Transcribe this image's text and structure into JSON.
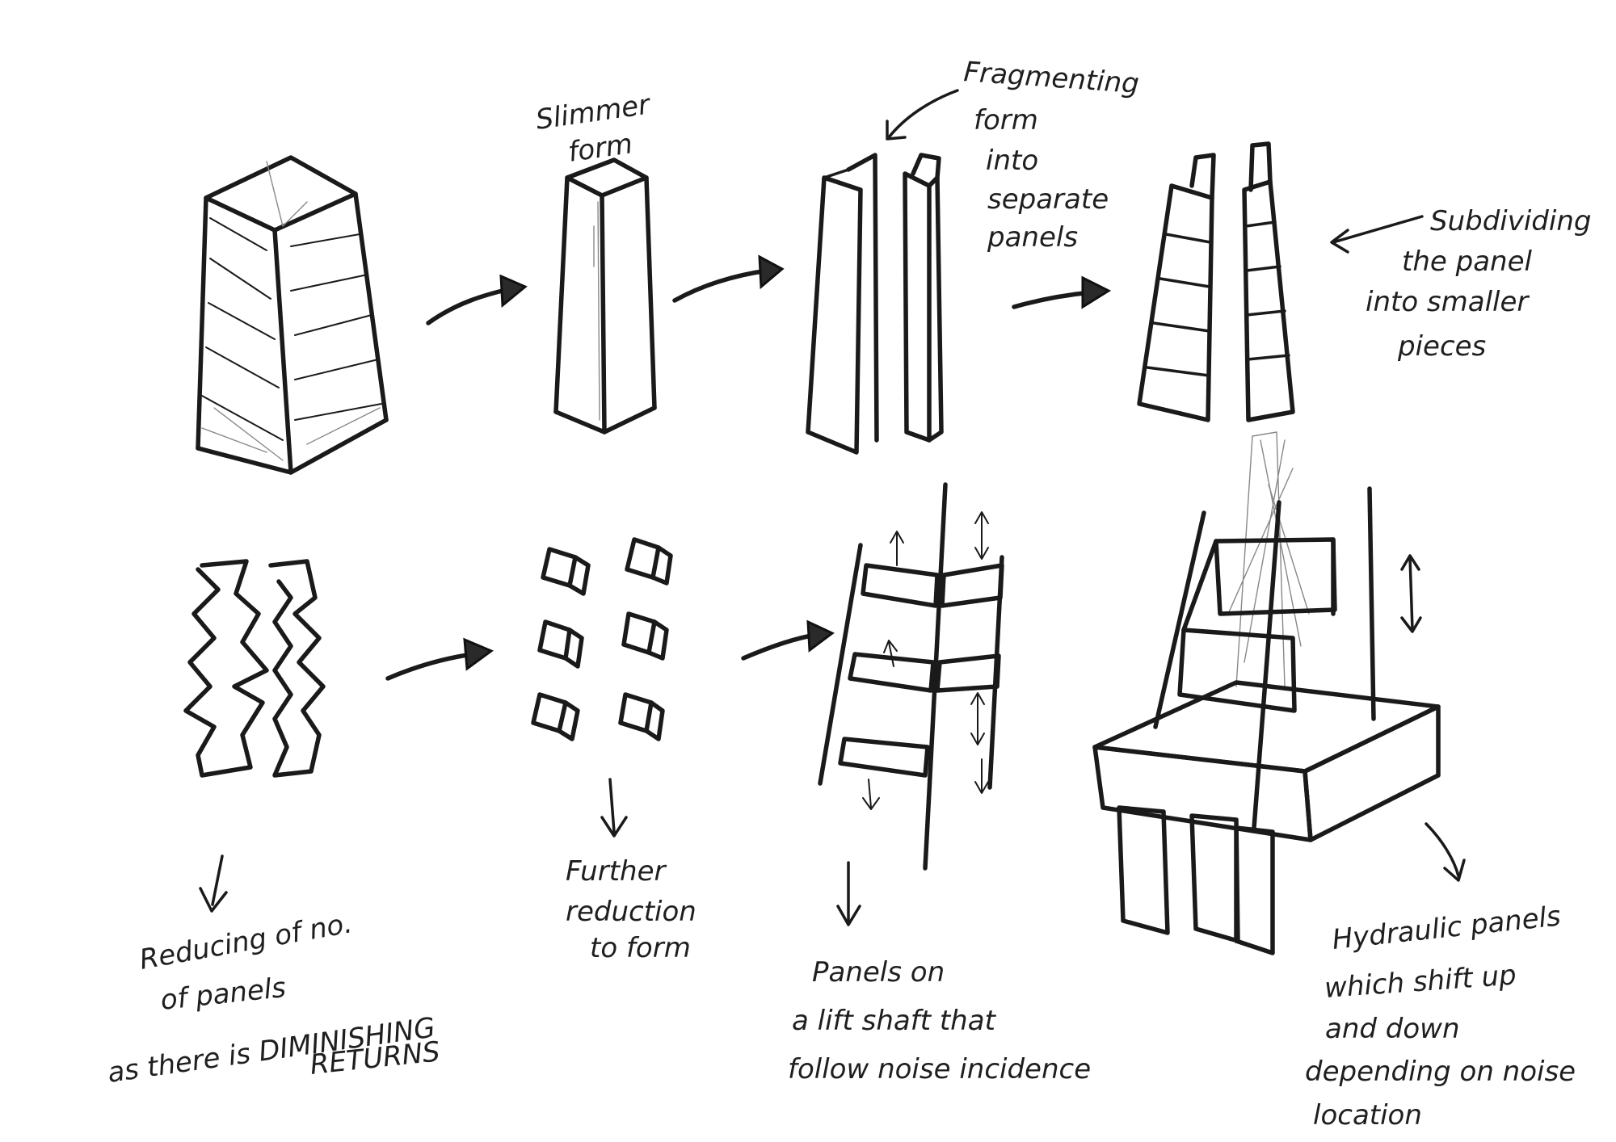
{
  "notes": {
    "slimmer": [
      "Slimmer",
      "form"
    ],
    "fragmenting": [
      "Fragmenting",
      "form",
      "into",
      "separate",
      "panels"
    ],
    "subdividing": [
      "Subdividing",
      "the panel",
      "into smaller",
      "pieces"
    ],
    "reducing": [
      "Reducing of no.",
      "of panels",
      "as there is DIMINISHING",
      "RETURNS"
    ],
    "further": [
      "Further",
      "reduction",
      "to form"
    ],
    "lift": [
      "Panels on",
      "a lift shaft that",
      "follow noise incidence"
    ],
    "hydraulic": [
      "Hydraulic panels",
      "which shift up",
      "and down",
      "depending on noise",
      "location"
    ]
  },
  "colors": {
    "ink": "#1a1a1a",
    "paper": "#ffffff",
    "pencil": "#888888"
  }
}
